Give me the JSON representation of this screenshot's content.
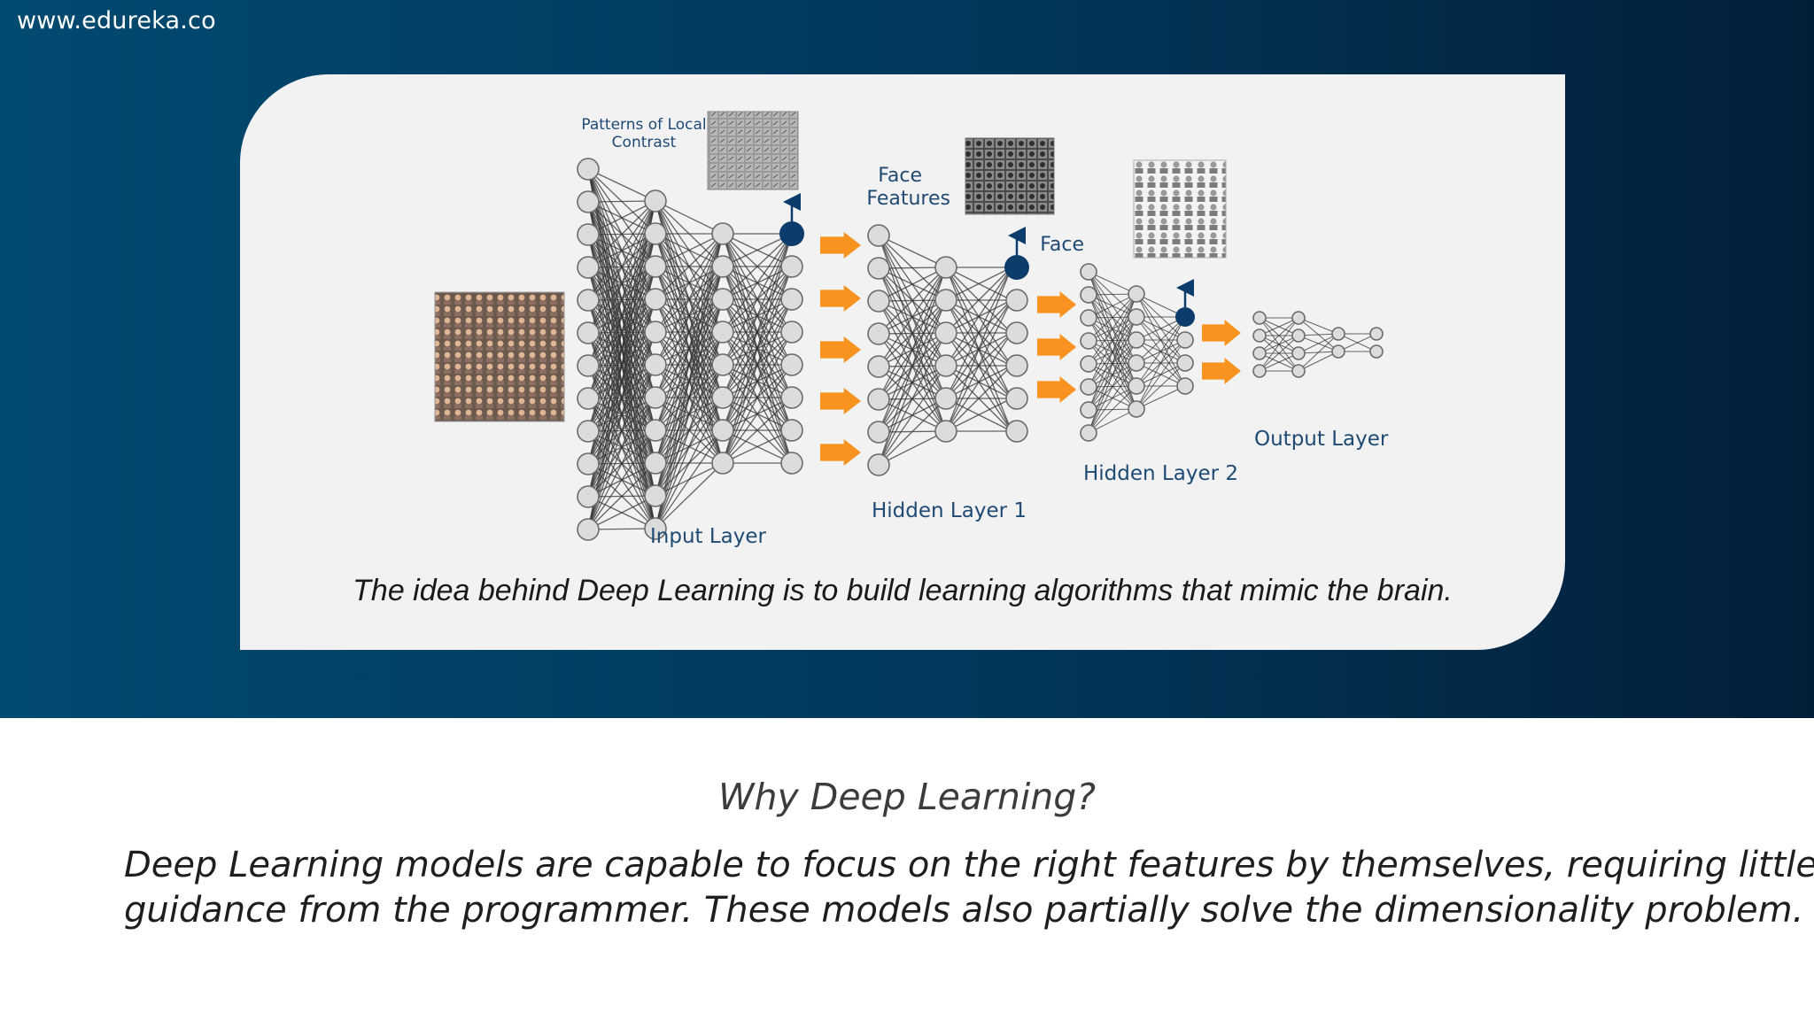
{
  "header": {
    "site_url": "www.edureka.co"
  },
  "diagram": {
    "labels": {
      "patterns_line1": "Patterns of Local",
      "patterns_line2": "Contrast",
      "face_features_line1": "Face",
      "face_features_line2": "Features",
      "face": "Face",
      "input_layer": "Input Layer",
      "hidden_layer_1": "Hidden Layer 1",
      "hidden_layer_2": "Hidden Layer 2",
      "output_layer": "Output Layer"
    },
    "caption": "The idea behind Deep Learning is to build learning algorithms that mimic the brain.",
    "colors": {
      "arrow": "#f7931e",
      "highlight_node": "#0b3c6b",
      "label": "#1e4a74",
      "node_fill": "#dcdcdc",
      "edge": "#333333"
    }
  },
  "section": {
    "question": "Why Deep Learning?",
    "text_line1": "Deep Learning models are capable to focus on the right features by themselves, requiring little",
    "text_line2": "guidance from the programmer. These models also partially solve the dimensionality problem."
  }
}
